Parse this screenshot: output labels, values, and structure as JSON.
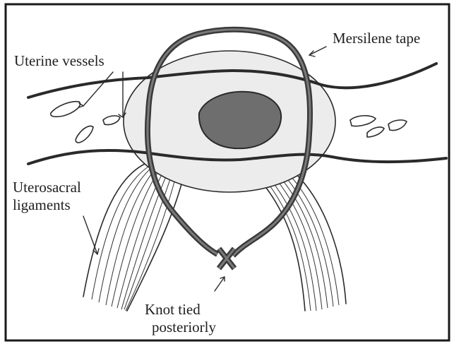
{
  "labels": {
    "uterine_vessels": "Uterine vessels",
    "mersilene_tape": "Mersilene tape",
    "uterosacral_line1": "Uterosacral",
    "uterosacral_line2": "ligaments",
    "knot_line1": "Knot tied",
    "knot_line2": "posteriorly"
  },
  "colors": {
    "frame": "#1a1a1a",
    "ink": "#2a2a2a",
    "cervix_fill": "#ececec",
    "os_fill": "#6e6e6e"
  }
}
